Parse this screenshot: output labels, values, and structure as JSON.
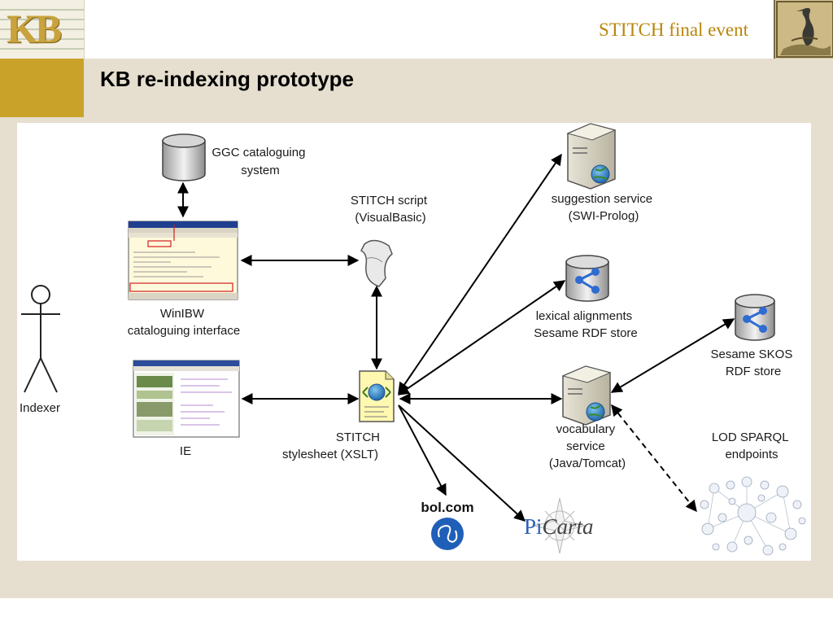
{
  "header": {
    "logo_text": "KB",
    "event_title": "STITCH final event",
    "slide_title": "KB re-indexing prototype"
  },
  "diagram": {
    "nodes": {
      "ggc": [
        "GGC cataloguing",
        "system"
      ],
      "stitch_script": [
        "STITCH script",
        "(VisualBasic)"
      ],
      "suggestion": [
        "suggestion service",
        "(SWI-Prolog)"
      ],
      "lexical": [
        "lexical alignments",
        "Sesame RDF store"
      ],
      "skos": [
        "Sesame SKOS",
        "RDF store"
      ],
      "winibw": [
        "WinIBW",
        "cataloguing interface"
      ],
      "indexer": "Indexer",
      "ie": "IE",
      "stitch_stylesheet": [
        "STITCH",
        "stylesheet (XSLT)"
      ],
      "vocabulary": [
        "vocabulary",
        "service",
        "(Java/Tomcat)"
      ],
      "lod": [
        "LOD SPARQL",
        "endpoints"
      ],
      "bol": "bol.com",
      "picarta_pi": "Pi",
      "picarta_carta": "Carta"
    }
  },
  "colors": {
    "gold": "#c9a22a",
    "title_gold": "#b8860b",
    "background": "#e6dfcf",
    "rdf_blue": "#2f6bd1",
    "bol_blue": "#1f5fb8"
  }
}
